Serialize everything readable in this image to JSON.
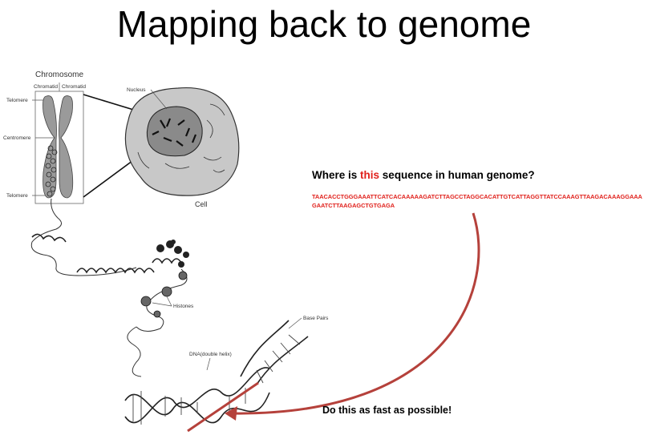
{
  "title": "Mapping back to genome",
  "diagram": {
    "chromosome": "Chromosome",
    "chromatid_left": "Chromatid",
    "chromatid_right": "Chromatid",
    "telomere_top": "Telomere",
    "centromere": "Centromere",
    "telomere_bottom": "Telomere",
    "nucleus": "Nucleus",
    "cell": "Cell",
    "histones": "Histones",
    "base_pairs": "Base Pairs",
    "dna": "DNA(double helix)"
  },
  "question": {
    "prefix": "Where is ",
    "highlight": "this",
    "suffix": " sequence in human genome?"
  },
  "sequence": "TAACACCTGGGAAATTCATCACAAAAAGATCTTAGCCTAGGCACATTGTCATTAGGTTATCCAAAGTTAAGACAAAGGAAAGAATCTTAAGAGCTGTGAGA",
  "bottom_text": "Do this as fast as possible!",
  "colors": {
    "accent": "#e0201b",
    "arrow": "#b5413b"
  }
}
